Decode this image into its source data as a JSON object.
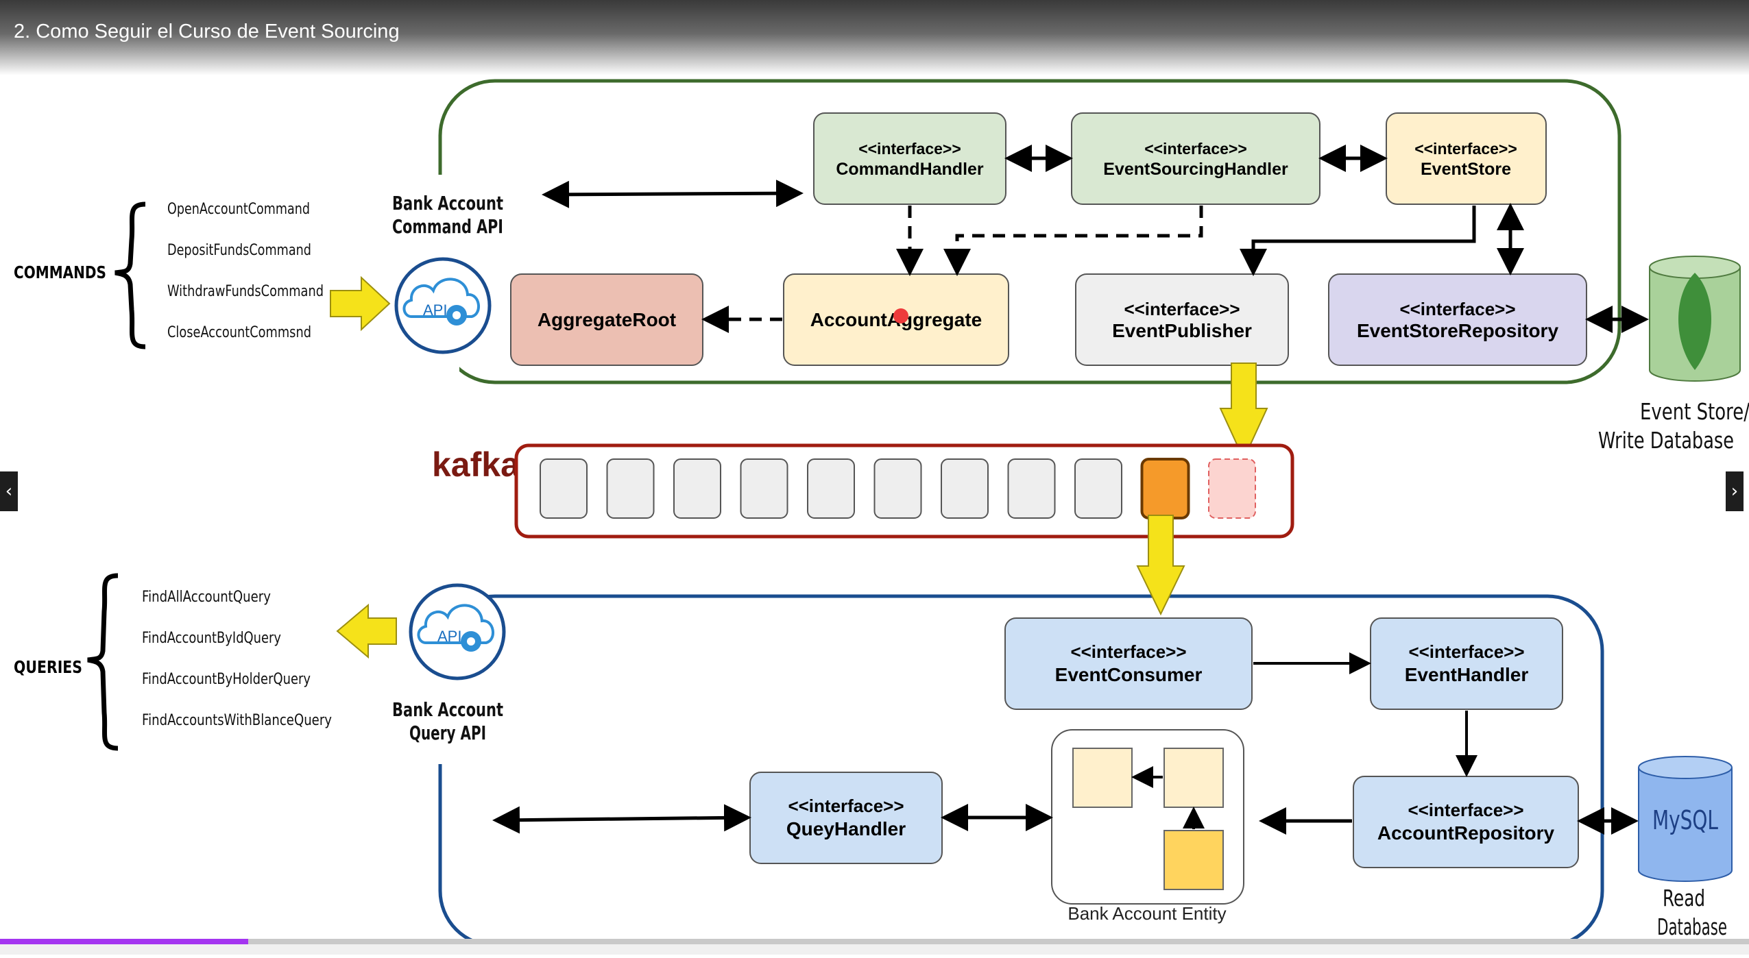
{
  "player": {
    "title": "2. Como Seguir el Curso de Event Sourcing",
    "prev_icon": "chevron-left-icon",
    "next_icon": "chevron-right-icon",
    "progress": 0.142
  },
  "diagram": {
    "commands": {
      "label": "COMMANDS",
      "items": [
        "OpenAccountCommand",
        "DepositFundsCommand",
        "WithdrawFundsCommand",
        "CloseAccountCommsnd"
      ]
    },
    "queries": {
      "label": "QUERIES",
      "items": [
        "FindAllAccountQuery",
        "FindAccountByIdQuery",
        "FindAccountByHolderQuery",
        "FindAccountsWithBlanceQuery"
      ]
    },
    "command_api": {
      "line1": "Bank Account",
      "line2": "Command API",
      "badge": "API"
    },
    "query_api": {
      "line1": "Bank Account",
      "line2": "Query API",
      "badge": "API"
    },
    "stereotype": "<<interface>>",
    "command_side": {
      "command_handler": "CommandHandler",
      "event_sourcing_handler": "EventSourcingHandler",
      "event_store": "EventStore",
      "aggregate_root": "AggregateRoot",
      "account_aggregate": "AccountAggregate",
      "event_publisher": "EventPublisher",
      "event_store_repository": "EventStoreRepository"
    },
    "kafka": {
      "label": "kafka",
      "slot_count": 11
    },
    "query_side": {
      "event_consumer": "EventConsumer",
      "event_handler": "EventHandler",
      "query_handler": "QueyHandler",
      "account_repository": "AccountRepository",
      "bank_account_entity": "Bank Account Entity"
    },
    "write_db": {
      "line1": "Event Store/",
      "line2": "Write Database"
    },
    "read_db": {
      "label": "MySQL",
      "line1": "Read",
      "line2": "Database"
    }
  },
  "colors": {
    "command_border": "#3d6b2c",
    "query_border": "#1a4d8f",
    "kafka_border": "#a01c10",
    "kafka_text": "#7a1a12",
    "green_box": "#d9e8d2",
    "yellow_box": "#fff0cc",
    "red_box": "#ecbfb2",
    "grey_box": "#efefef",
    "purple_box": "#d9d6ee",
    "blue_box": "#cde0f5",
    "arrow_yellow": "#f5e21a",
    "mongo_green": "#a9d19a",
    "mysql_blue": "#8fb6ee",
    "highlight_orange": "#f59a2a"
  }
}
